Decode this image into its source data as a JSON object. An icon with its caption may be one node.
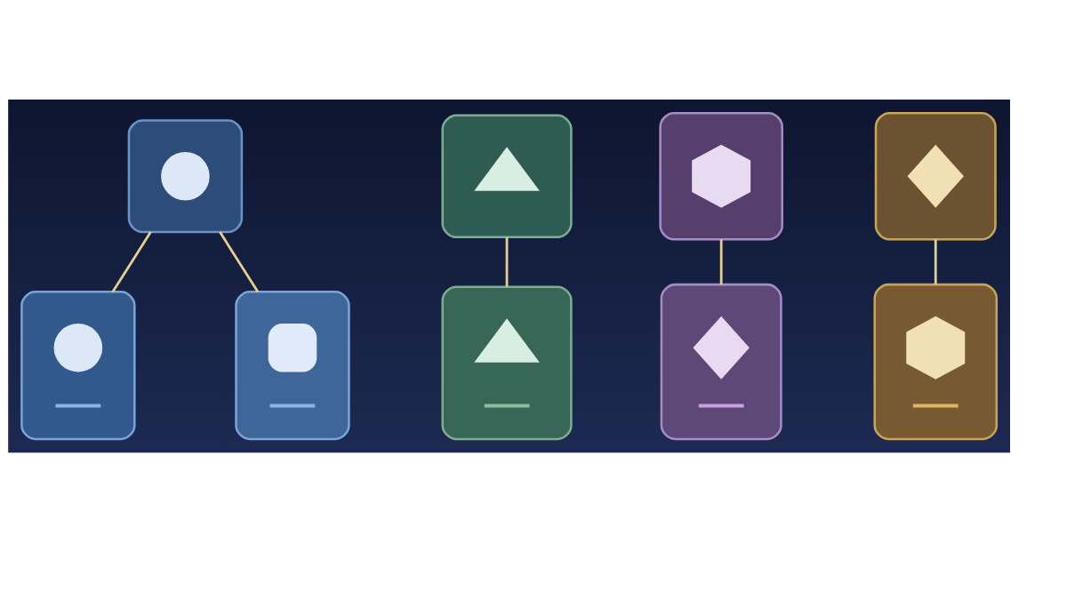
{
  "diagram": {
    "nodes": [
      {
        "text": [],
        "shape": "box"
      },
      {
        "text": [],
        "shape": "circle",
        "in": 0
      },
      {
        "text": [],
        "shape": "box"
      },
      {
        "text": [],
        "shape": "triangle",
        "in": 2
      },
      {
        "text": [],
        "shape": "box"
      },
      {
        "text": [],
        "shape": "hexagon",
        "in": 4
      },
      {
        "text": [],
        "shape": "box"
      },
      {
        "text": [],
        "shape": "diamond",
        "in": 6
      },
      {
        "text": [],
        "shape": "box"
      },
      {
        "text": [],
        "shape": "circle",
        "in": 8
      },
      {
        "text": [],
        "shape": "bar",
        "in": 8
      },
      {
        "text": [],
        "shape": "box"
      },
      {
        "text": [],
        "shape": "square",
        "in": 11
      },
      {
        "text": [],
        "shape": "bar",
        "in": 11
      },
      {
        "text": [],
        "shape": "box"
      },
      {
        "text": [],
        "shape": "triangle",
        "in": 14
      },
      {
        "text": [],
        "shape": "bar",
        "in": 14
      },
      {
        "text": [],
        "shape": "box"
      },
      {
        "text": [],
        "shape": "diamond",
        "in": 17
      },
      {
        "text": [],
        "shape": "bar",
        "in": 17
      },
      {
        "text": [],
        "shape": "box"
      },
      {
        "text": [],
        "shape": "hexagon",
        "in": 20
      },
      {
        "text": [],
        "shape": "bar",
        "in": 20
      }
    ],
    "edges": [
      {
        "from": 0,
        "to": 8,
        "arrow": "none"
      },
      {
        "from": 0,
        "to": 11,
        "arrow": "none"
      },
      {
        "from": 2,
        "to": 14,
        "arrow": "none"
      },
      {
        "from": 4,
        "to": 17,
        "arrow": "none"
      },
      {
        "from": 6,
        "to": 20,
        "arrow": "none"
      }
    ]
  }
}
